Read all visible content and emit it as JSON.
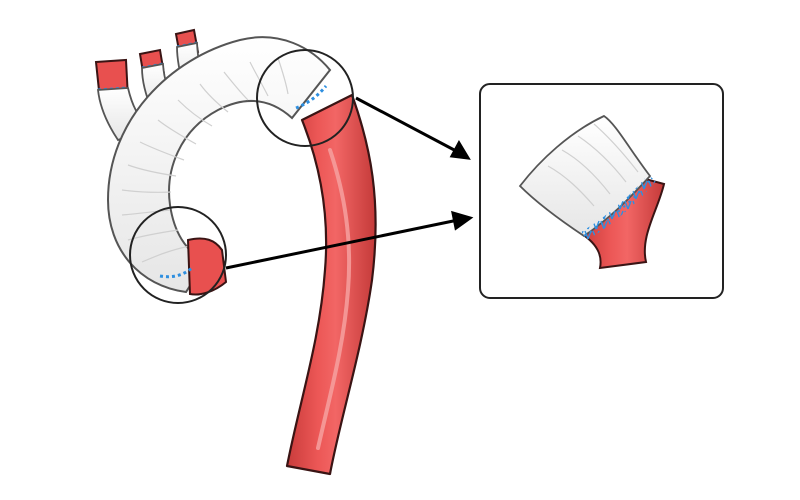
{
  "diagram": {
    "subject": "aortic-arch-graft-replacement",
    "text_labels": [],
    "colors": {
      "vessel": "#e8504f",
      "vessel_highlight": "#f6a09f",
      "vessel_outline": "#3a1414",
      "graft": "#f3f3f3",
      "graft_outline": "#555555",
      "suture": "#2e8fe0",
      "arrow": "#000000",
      "inset_border": "#222222"
    },
    "parts": [
      "graft-arch",
      "branch-vessel-1",
      "branch-vessel-2",
      "branch-vessel-3",
      "descending-aorta",
      "proximal-anastomosis-callout",
      "distal-anastomosis-callout",
      "anastomosis-detail-inset"
    ]
  }
}
